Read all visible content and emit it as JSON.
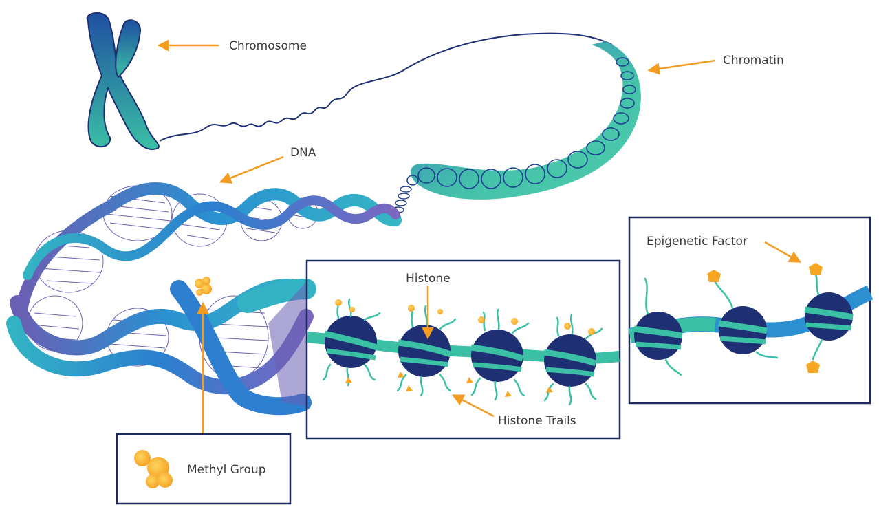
{
  "labels": {
    "chromosome": "Chromosome",
    "chromatin": "Chromatin",
    "dna": "DNA",
    "histone": "Histone",
    "histone_trails": "Histone Trails",
    "epigenetic_factor": "Epigenetic Factor",
    "methyl_group": "Methyl Group"
  },
  "colors": {
    "arrow": "#f39c1f",
    "frame": "#1e2a5e",
    "navy": "#1f2f73",
    "dna_blue": "#2b8fd0",
    "teal": "#3bbfa5",
    "purple": "#6a5fb3",
    "methyl_orange": "#f5a623"
  }
}
